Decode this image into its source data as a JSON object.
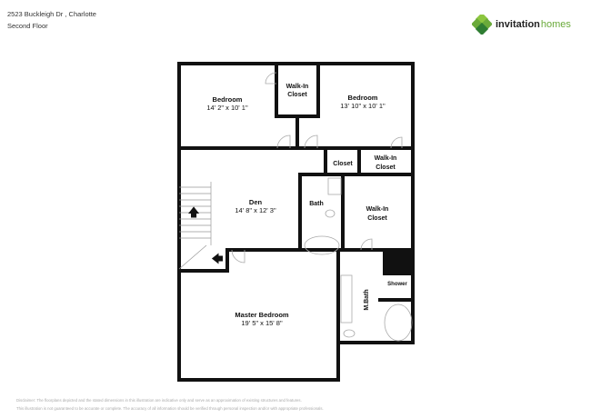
{
  "header": {
    "address": "2523 Buckleigh Dr , Charlotte",
    "floor": "Second Floor"
  },
  "logo": {
    "word1": "invitation",
    "word2": "homes",
    "colors": [
      "#8cc63f",
      "#4a9a3a",
      "#2e7d32"
    ]
  },
  "rooms": [
    {
      "name": "Bedroom",
      "dims": "14' 2\" x 10' 1\""
    },
    {
      "name": "Walk-In",
      "name2": "Closet"
    },
    {
      "name": "Bedroom",
      "dims": "13' 10\" x 10' 1\""
    },
    {
      "name": "Closet"
    },
    {
      "name": "Walk-In",
      "name2": "Closet"
    },
    {
      "name": "Den",
      "dims": "14' 8\" x 12' 3\""
    },
    {
      "name": "Bath"
    },
    {
      "name": "Walk-In",
      "name2": "Closet"
    },
    {
      "name": "Master Bedroom",
      "dims": "19' 5\" x 15' 8\""
    },
    {
      "name": "M.Bath"
    },
    {
      "name": "Shower"
    }
  ],
  "disclaimer": {
    "line1": "Disclaimer: The floorplans depicted and the stated dimensions in this illustration are indicative only and serve as an approximation of existing structures and features.",
    "line2": "This illustration is not guaranteed to be accurate or complete. The accuracy of all information should be verified through personal inspection and/or with appropriate professionals."
  }
}
